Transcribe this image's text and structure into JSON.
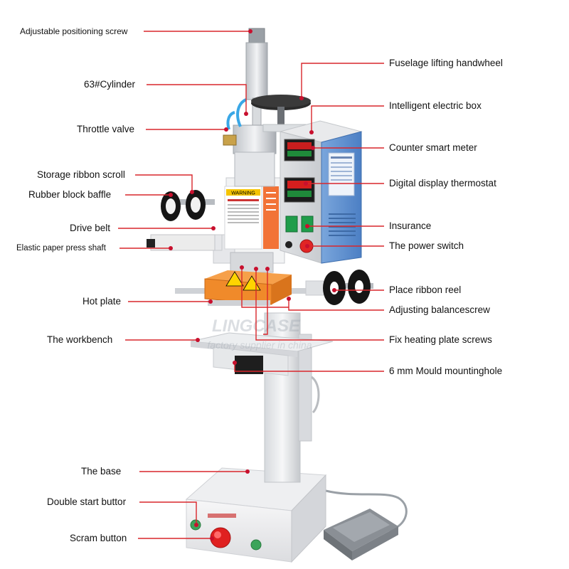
{
  "left_labels": [
    "Adjustable positioning screw",
    "63#Cylinder",
    "Throttle valve",
    "Storage ribbon scroll",
    "Rubber block baffle",
    "Drive belt",
    "Elastic paper press shaft",
    "Hot plate",
    "The workbench",
    "The base",
    "Double start buttor",
    "Scram button"
  ],
  "right_labels": [
    "Fuselage lifting handwheel",
    "Intelligent electric box",
    "Counter smart meter",
    "Digital display thermostat",
    "Insurance",
    "The power switch",
    "Place ribbon reel",
    "Adjusting balancescrew",
    "Fix heating plate screws",
    "6 mm Mould mountinghole"
  ],
  "machine_text": {
    "warning": "WARNING",
    "watermark": "LINGCASE",
    "watermark_sub": "factory supplier in china"
  },
  "colors": {
    "leader_line": "#d9262c",
    "leader_dot": "#c8102e",
    "electric_box": "#5b8fd0",
    "hot_plate": "#f08a2a",
    "power_switch": "#e12525",
    "scram_button": "#e02020",
    "frame": "#e6e7ea"
  }
}
